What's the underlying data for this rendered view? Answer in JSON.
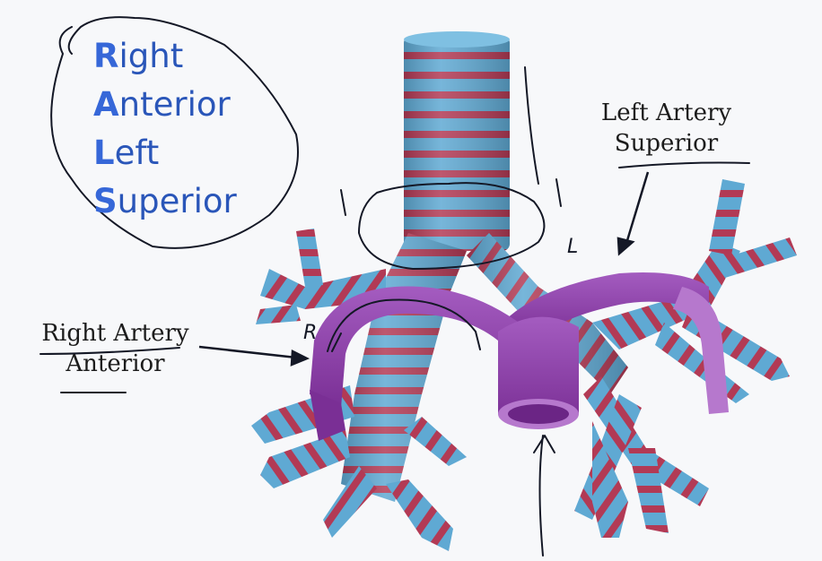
{
  "mnemonic": {
    "lines": [
      {
        "first": "R",
        "rest": "ight"
      },
      {
        "first": "A",
        "rest": "nterior"
      },
      {
        "first": "L",
        "rest": "eft"
      },
      {
        "first": "S",
        "rest": "uperior"
      }
    ]
  },
  "labels": {
    "left_artery": {
      "line1": "Left Artery",
      "line2": "Superior"
    },
    "right_artery": {
      "line1": "Right Artery",
      "line2": "Anterior"
    }
  },
  "handwriting": {
    "r_mark": "R",
    "l_mark": "L"
  },
  "colors": {
    "cartilage": "#5fa9d3",
    "cartilage_dark": "#3f86b6",
    "ring_band": "#b23a55",
    "artery": "#8e3fa6",
    "artery_light": "#a45cc0",
    "ink": "#141826",
    "mnemonic_blue": "#2a56b9"
  }
}
